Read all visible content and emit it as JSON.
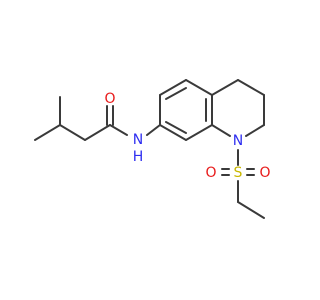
{
  "molecule": {
    "atoms": {
      "amide_o": "O",
      "amide_n": "N",
      "amide_h": "H",
      "ring_n": "N",
      "sulfur": "S",
      "sulfonyl_o_left": "O",
      "sulfonyl_o_right": "O"
    },
    "colors": {
      "bond": "#3a3a3a",
      "nitrogen": "#2e2ef0",
      "oxygen": "#e81a1a",
      "sulfur": "#c9b800",
      "background": "#ffffff"
    }
  }
}
